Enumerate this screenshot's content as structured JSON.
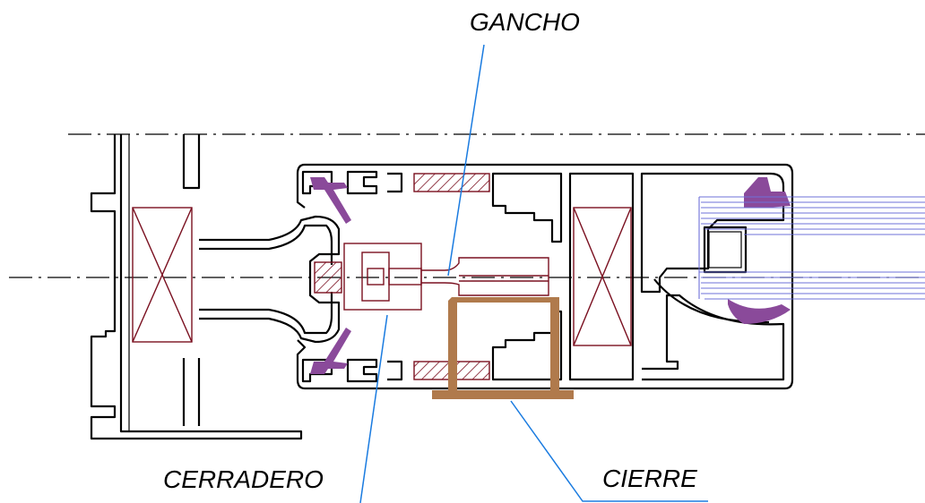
{
  "labels": {
    "gancho": "GANCHO",
    "cerradero": "CERRADERO",
    "cierre": "CIERRE"
  },
  "colors": {
    "profile": "#000000",
    "hardware": "#7a1020",
    "gasket": "#8a4a9a",
    "lock_body": "#b07a4c",
    "glass": "#6d70d8",
    "leader": "#1a7be0"
  }
}
